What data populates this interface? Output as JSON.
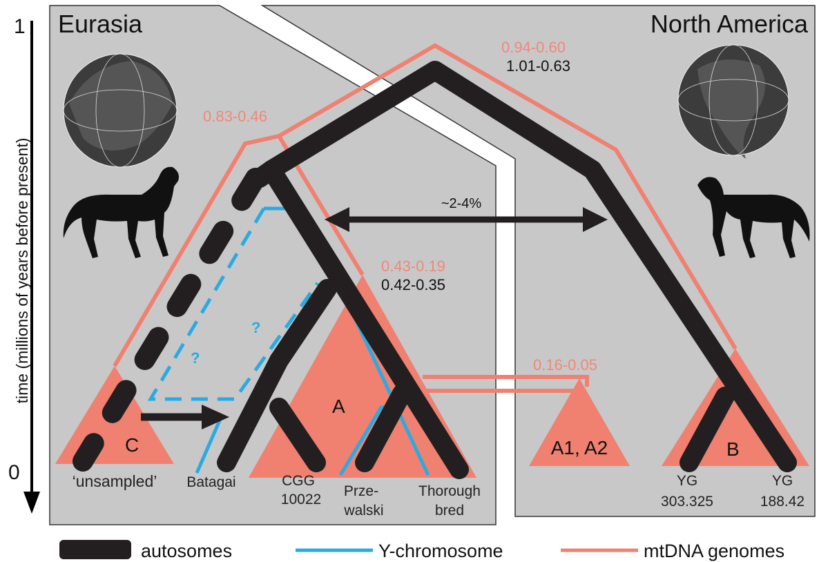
{
  "axis": {
    "label": "time (millions of years before present)",
    "top_tick": "1",
    "bottom_tick": "0"
  },
  "regions": {
    "eurasia": "Eurasia",
    "north_america": "North America"
  },
  "dates": {
    "root_mt": "0.94-0.60",
    "root_auto": "1.01-0.63",
    "eurasia_mt": "0.83-0.46",
    "a_mt": "0.43-0.19",
    "a_auto": "0.42-0.35",
    "a1a2_mt": "0.16-0.05"
  },
  "gene_flow": "~2-4%",
  "question_mark": "?",
  "clades": {
    "c": "C",
    "a": "A",
    "a1a2": "A1, A2",
    "b": "B"
  },
  "tips": {
    "unsampled": "‘unsampled’",
    "batagai": "Batagai",
    "cgg_line1": "CGG",
    "cgg_line2": "10022",
    "prz_line1": "Prze-",
    "prz_line2": "walski",
    "tb_line1": "Thorough",
    "tb_line2": "bred",
    "yg1_line1": "YG",
    "yg1_line2": "303.325",
    "yg2_line1": "YG",
    "yg2_line2": "188.42"
  },
  "legend": {
    "autosomes": "autosomes",
    "y_chromosome": "Y-chromosome",
    "mtdna": "mtDNA genomes"
  },
  "colors": {
    "autosome": "#231f20",
    "y_chromosome": "#29abe2",
    "mtdna": "#f08070",
    "panel": "#c8c8c8",
    "salmon_label": "#f08878"
  }
}
